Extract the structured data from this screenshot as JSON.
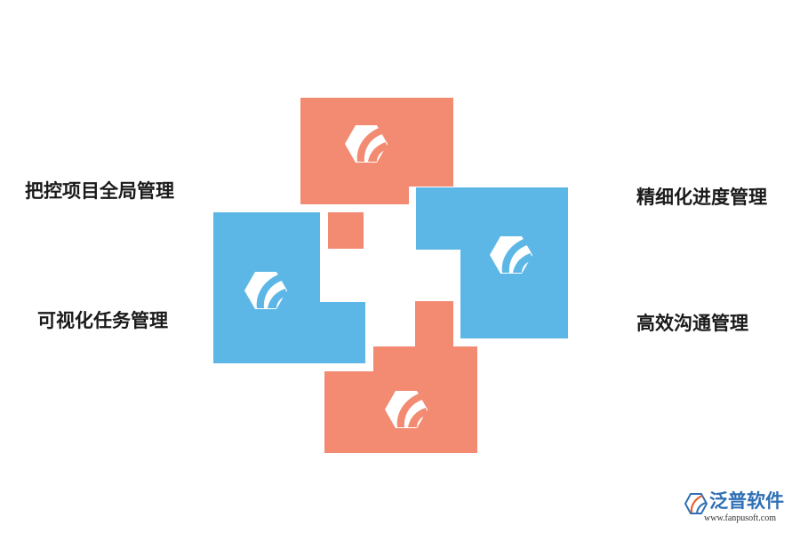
{
  "labels": {
    "top_left": "把控项目全局管理",
    "bottom_left": "可视化任务管理",
    "top_right": "精细化进度管理",
    "bottom_right": "高效沟通管理"
  },
  "colors": {
    "salmon": "#f28b72",
    "blue": "#5db7e6",
    "icon": "#ffffff",
    "text": "#1a1a1a",
    "brand": "#2f6fb5"
  },
  "icons": {
    "block_icon": "hexagon-leaf-logo-icon"
  },
  "brand": {
    "name": "泛普软件",
    "url": "www.fanpusoft.com"
  }
}
